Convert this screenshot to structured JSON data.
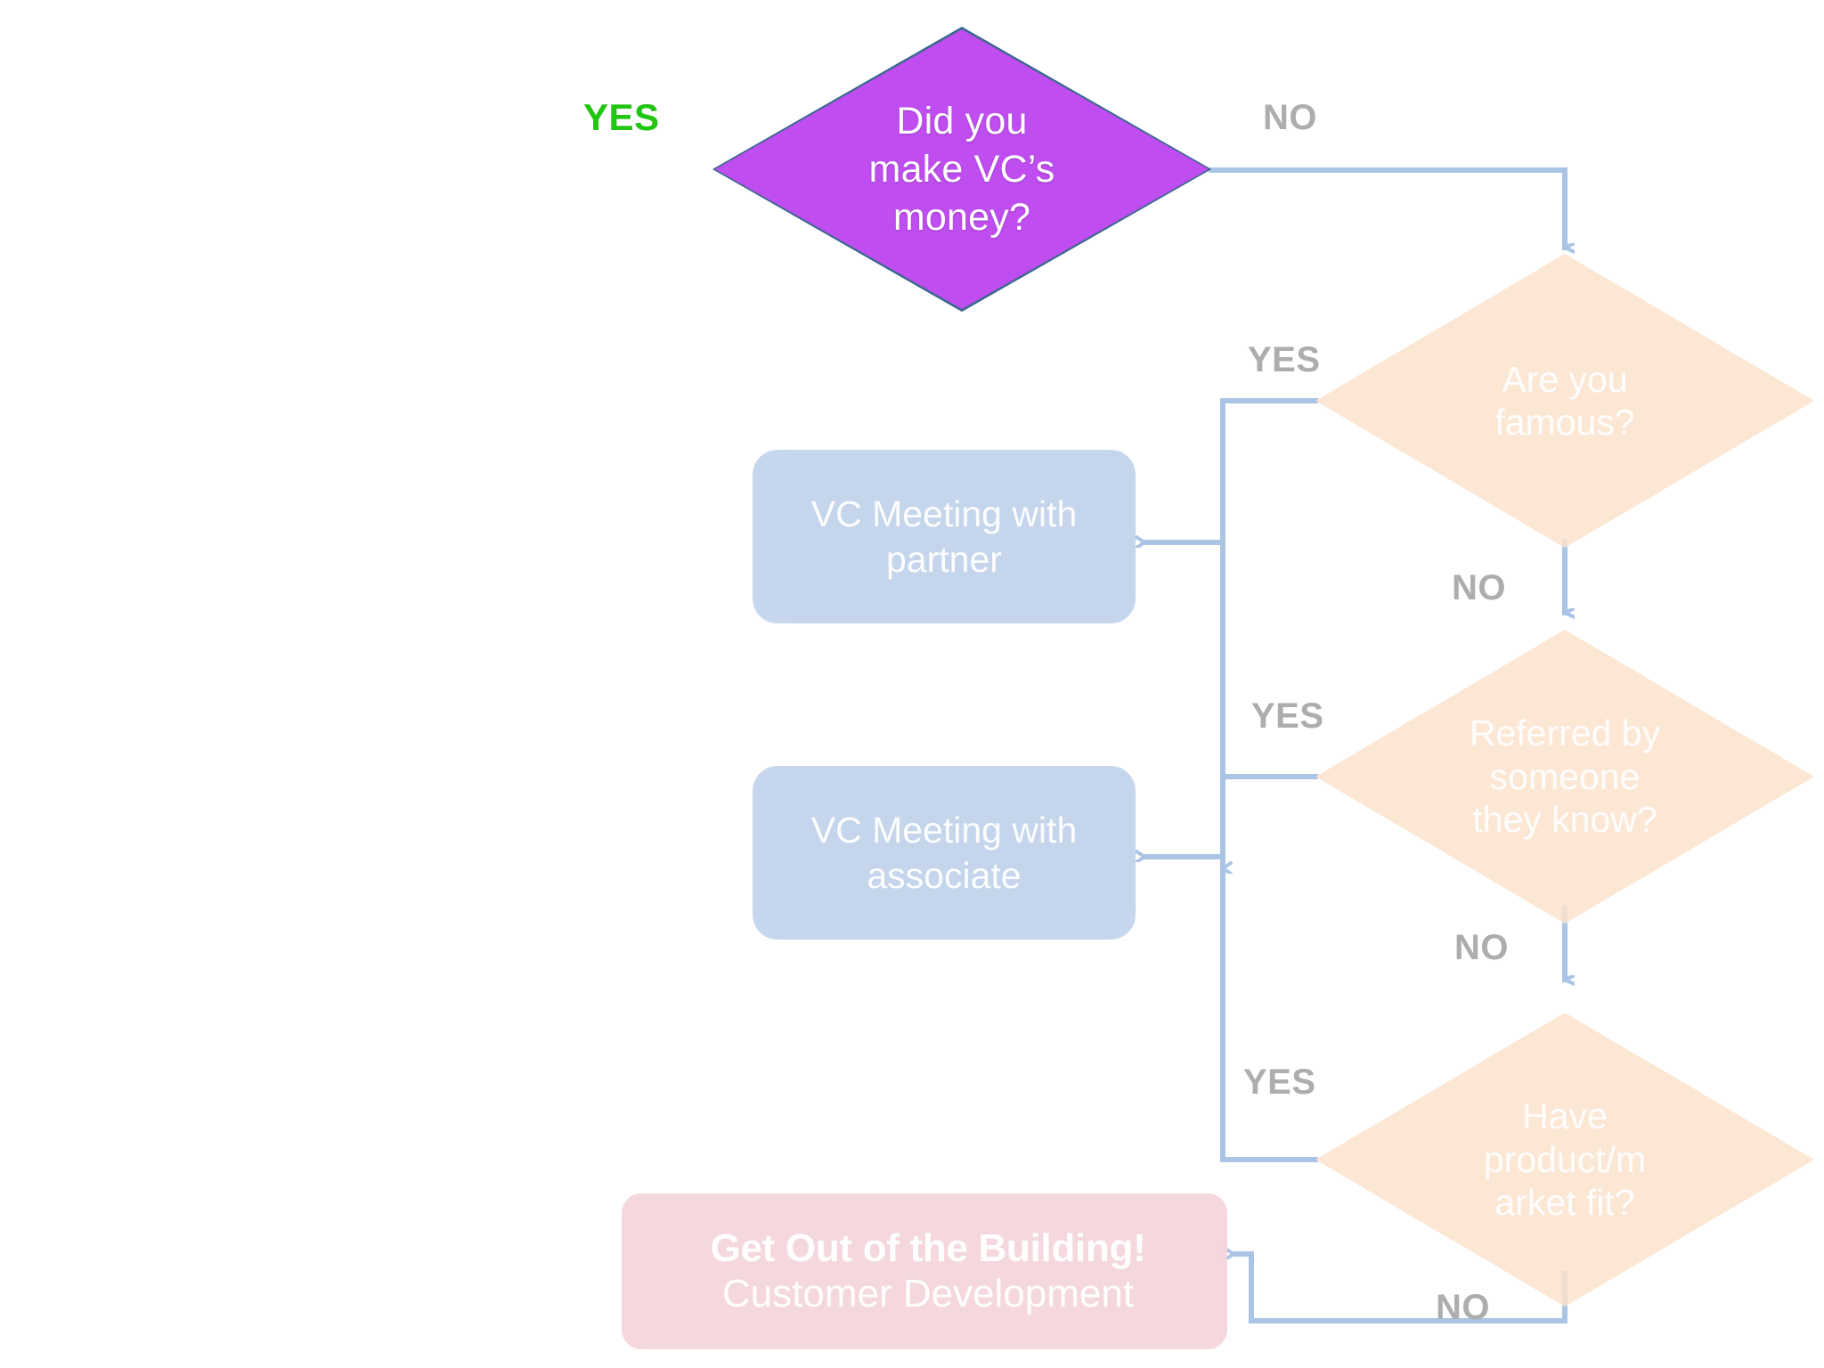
{
  "diagram": {
    "type": "flowchart",
    "title": "VC Fundraising Decision Flowchart",
    "background": "#ffffff",
    "palette": {
      "purple_fill": "#BF4DEF",
      "purple_border": "#39698C",
      "peach_fill": "#FCE3CE",
      "blue_fill": "#BDD0EA",
      "pink_fill": "#F4D5DB",
      "connector": "#A9C4E4",
      "label_gray": "#ADADAD",
      "label_green": "#22C511"
    }
  },
  "nodes": {
    "start_decision": {
      "shape": "diamond",
      "text_lines": [
        "Did you",
        "make VC’s",
        "money?"
      ]
    },
    "famous_decision": {
      "shape": "diamond",
      "text_lines": [
        "Are you",
        "famous?"
      ]
    },
    "referred_decision": {
      "shape": "diamond",
      "text_lines": [
        "Referred by",
        "someone",
        "they know?"
      ]
    },
    "pmf_decision": {
      "shape": "diamond",
      "text_lines": [
        "Have",
        "product/m",
        "arket fit?"
      ]
    },
    "meeting_partner": {
      "shape": "rounded-rect",
      "text_lines": [
        "VC Meeting with",
        "partner"
      ]
    },
    "meeting_associate": {
      "shape": "rounded-rect",
      "text_lines": [
        "VC Meeting with",
        "associate"
      ]
    },
    "get_out": {
      "shape": "rounded-rect",
      "line1": "Get Out of the Building!",
      "line2": "Customer Development"
    }
  },
  "edge_labels": {
    "yes_start": "YES",
    "no_start": "NO",
    "yes_famous": "YES",
    "no_famous": "NO",
    "yes_referred": "YES",
    "no_referred": "NO",
    "yes_pmf": "YES",
    "no_pmf": "NO"
  },
  "chart_data": {
    "type": "flowchart",
    "title": "VC Fundraising Decision Flowchart",
    "nodes": [
      {
        "id": "start_decision",
        "label": "Did you make VC’s money?",
        "shape": "diamond",
        "fill": "#BF4DEF"
      },
      {
        "id": "famous_decision",
        "label": "Are you famous?",
        "shape": "diamond",
        "fill": "#FCE3CE"
      },
      {
        "id": "referred_decision",
        "label": "Referred by someone they know?",
        "shape": "diamond",
        "fill": "#FCE3CE"
      },
      {
        "id": "pmf_decision",
        "label": "Have product/market fit?",
        "shape": "diamond",
        "fill": "#FCE3CE"
      },
      {
        "id": "meeting_partner",
        "label": "VC Meeting with partner",
        "shape": "process",
        "fill": "#BDD0EA"
      },
      {
        "id": "meeting_associate",
        "label": "VC Meeting with associate",
        "shape": "process",
        "fill": "#BDD0EA"
      },
      {
        "id": "get_out",
        "label": "Get Out of the Building! Customer Development",
        "shape": "terminal",
        "fill": "#F4D5DB"
      }
    ],
    "edges": [
      {
        "from": "start_decision",
        "to": null,
        "label": "YES"
      },
      {
        "from": "start_decision",
        "to": "famous_decision",
        "label": "NO"
      },
      {
        "from": "famous_decision",
        "to": "meeting_partner",
        "label": "YES"
      },
      {
        "from": "famous_decision",
        "to": "referred_decision",
        "label": "NO"
      },
      {
        "from": "referred_decision",
        "to": "meeting_associate",
        "label": "YES"
      },
      {
        "from": "referred_decision",
        "to": "pmf_decision",
        "label": "NO"
      },
      {
        "from": "pmf_decision",
        "to": "meeting_associate",
        "label": "YES"
      },
      {
        "from": "pmf_decision",
        "to": "get_out",
        "label": "NO"
      }
    ]
  }
}
